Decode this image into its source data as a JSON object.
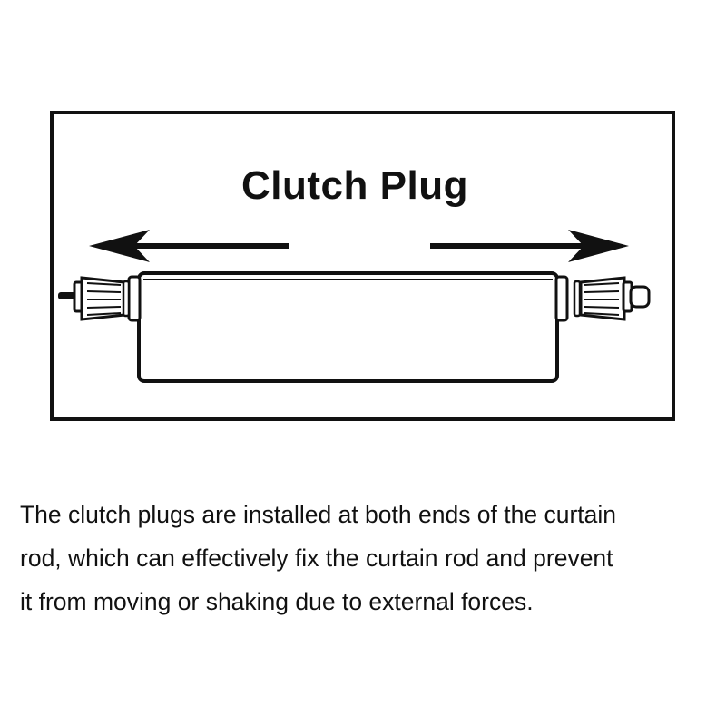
{
  "diagram": {
    "title": "Clutch Plug"
  },
  "description": {
    "lines": [
      "The clutch plugs are installed at both ends of the curtain",
      "rod, which can effectively fix the curtain rod and prevent",
      "it from moving or shaking due to external forces."
    ]
  },
  "colors": {
    "line": "#111111",
    "background": "#ffffff"
  }
}
